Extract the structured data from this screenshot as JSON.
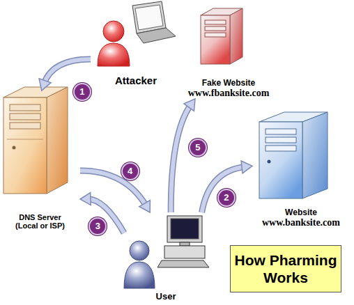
{
  "diagram": {
    "title": "How Pharming Works",
    "nodes": [
      {
        "text": [
          "Attacker"
        ]
      },
      {
        "text": [
          "Fake Website",
          "www.fbanksite.com"
        ]
      },
      {
        "text": [
          "DNS Server (Local or ISP)"
        ]
      },
      {
        "text": [
          "Website",
          "www.banksite.com"
        ]
      },
      {
        "text": [
          "User"
        ]
      }
    ],
    "edges": [
      {
        "from": 0,
        "to": 2,
        "arrow": "to",
        "label": "1"
      },
      {
        "from": 4,
        "to": 3,
        "arrow": "to",
        "label": "2"
      },
      {
        "from": 4,
        "to": 2,
        "arrow": "to",
        "label": "3"
      },
      {
        "from": 2,
        "to": 4,
        "arrow": "to",
        "label": "4"
      },
      {
        "from": 4,
        "to": 1,
        "arrow": "to",
        "label": "5"
      }
    ]
  }
}
